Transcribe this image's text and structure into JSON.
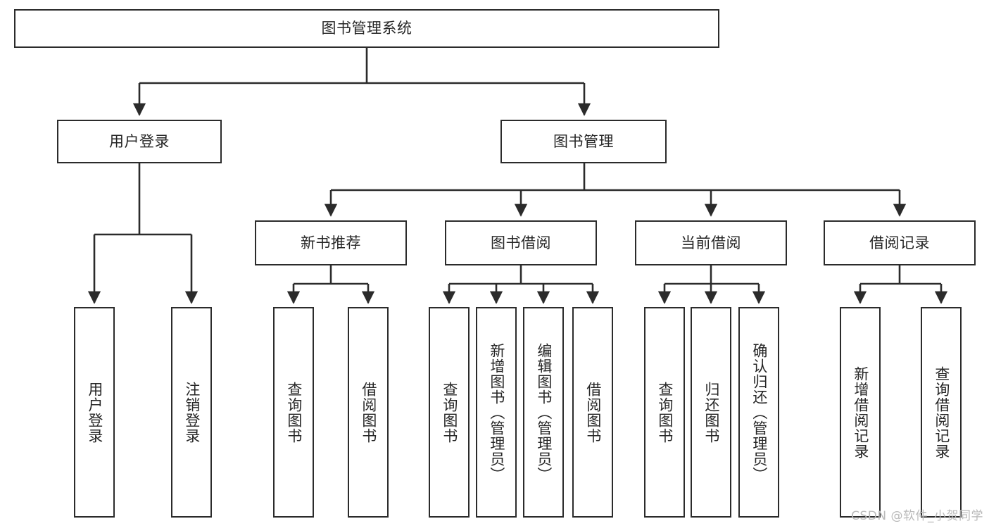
{
  "diagram": {
    "title": "图书管理系统",
    "type": "tree-hierarchy-chart",
    "root": {
      "id": "root",
      "label": "图书管理系统"
    },
    "level1": [
      {
        "id": "user-login",
        "label": "用户登录"
      },
      {
        "id": "book-management",
        "label": "图书管理"
      }
    ],
    "level2": [
      {
        "id": "new-book-recommend",
        "label": "新书推荐"
      },
      {
        "id": "book-borrow",
        "label": "图书借阅"
      },
      {
        "id": "current-borrow",
        "label": "当前借阅"
      },
      {
        "id": "borrow-record",
        "label": "借阅记录"
      }
    ],
    "leaves": {
      "user_login": [
        {
          "id": "leaf-user-login",
          "label": "用户登录"
        },
        {
          "id": "leaf-logout",
          "label": "注销登录"
        }
      ],
      "new_book_recommend": [
        {
          "id": "leaf-query-book-1",
          "label": "查询图书"
        },
        {
          "id": "leaf-borrow-book-1",
          "label": "借阅图书"
        }
      ],
      "book_borrow": [
        {
          "id": "leaf-query-book-2",
          "label": "查询图书"
        },
        {
          "id": "leaf-add-book",
          "label": "新增图书（管理员）"
        },
        {
          "id": "leaf-edit-book",
          "label": "编辑图书（管理员）"
        },
        {
          "id": "leaf-borrow-book-2",
          "label": "借阅图书"
        }
      ],
      "current_borrow": [
        {
          "id": "leaf-query-book-3",
          "label": "查询图书"
        },
        {
          "id": "leaf-return-book",
          "label": "归还图书"
        },
        {
          "id": "leaf-confirm-return",
          "label": "确认归还（管理员）"
        }
      ],
      "borrow_record": [
        {
          "id": "leaf-add-record",
          "label": "新增借阅记录"
        },
        {
          "id": "leaf-query-record",
          "label": "查询借阅记录"
        }
      ]
    },
    "colors": {
      "stroke": "#2b2b2b",
      "fill": "#ffffff",
      "text": "#262626",
      "watermark": "#b9b9b9"
    }
  },
  "watermark": {
    "text": "CSDN @软件_小贺同学"
  }
}
